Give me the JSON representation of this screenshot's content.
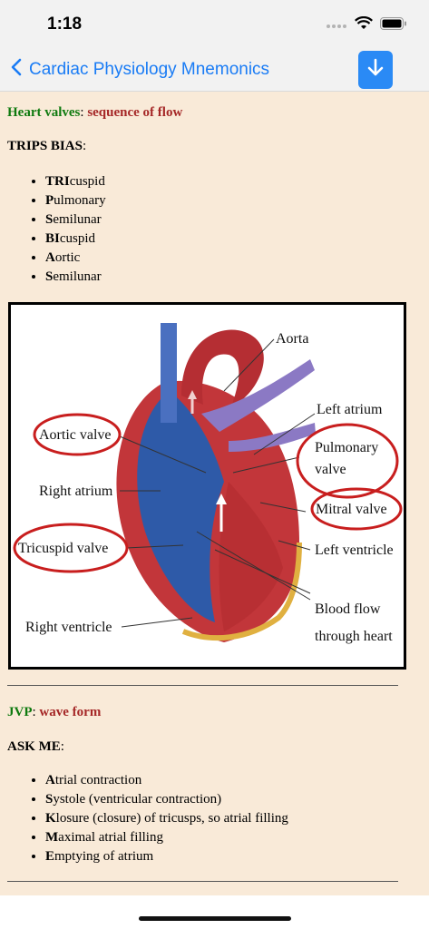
{
  "status": {
    "time": "1:18"
  },
  "nav": {
    "back_label": "Cardiac Physiology Mnemonics"
  },
  "sections": [
    {
      "title_green": "Heart valves",
      "title_sep": ": ",
      "title_red": "sequence of flow",
      "mnemonic_bold": "TRIPS BIAS",
      "mnemonic_colon": ":",
      "items": [
        {
          "bold": "TRI",
          "rest": "cuspid"
        },
        {
          "bold": "P",
          "rest": "ulmonary"
        },
        {
          "bold": "S",
          "rest": "emilunar"
        },
        {
          "bold": "BI",
          "rest": "cuspid"
        },
        {
          "bold": "A",
          "rest": "ortic"
        },
        {
          "bold": "S",
          "rest": "emilunar"
        }
      ]
    },
    {
      "title_green": "JVP",
      "title_sep": ": ",
      "title_red": "wave form",
      "mnemonic_bold": "ASK ME",
      "mnemonic_colon": ":",
      "items": [
        {
          "bold": "A",
          "rest": "trial contraction"
        },
        {
          "bold": "S",
          "rest": "ystole (ventricular contraction)"
        },
        {
          "bold": "K",
          "rest": "losure (closure) of tricusps, so atrial filling"
        },
        {
          "bold": "M",
          "rest": "aximal atrial filling"
        },
        {
          "bold": "E",
          "rest": "mptying of atrium"
        }
      ]
    }
  ],
  "figure_labels": {
    "aorta": "Aorta",
    "left_atrium": "Left atrium",
    "pulmonary_valve_1": "Pulmonary",
    "pulmonary_valve_2": "valve",
    "mitral_valve": "Mitral valve",
    "left_ventricle": "Left ventricle",
    "blood_flow_1": "Blood flow",
    "blood_flow_2": "through heart",
    "aortic_valve": "Aortic valve",
    "right_atrium": "Right atrium",
    "tricuspid_valve": "Tricuspid valve",
    "right_ventricle": "Right ventricle"
  },
  "colors": {
    "accent": "#1a7cf5",
    "green_title": "#0f7a0f",
    "red_title": "#a52727",
    "content_bg": "#f9ead8",
    "circle_red": "#c81e1e"
  }
}
